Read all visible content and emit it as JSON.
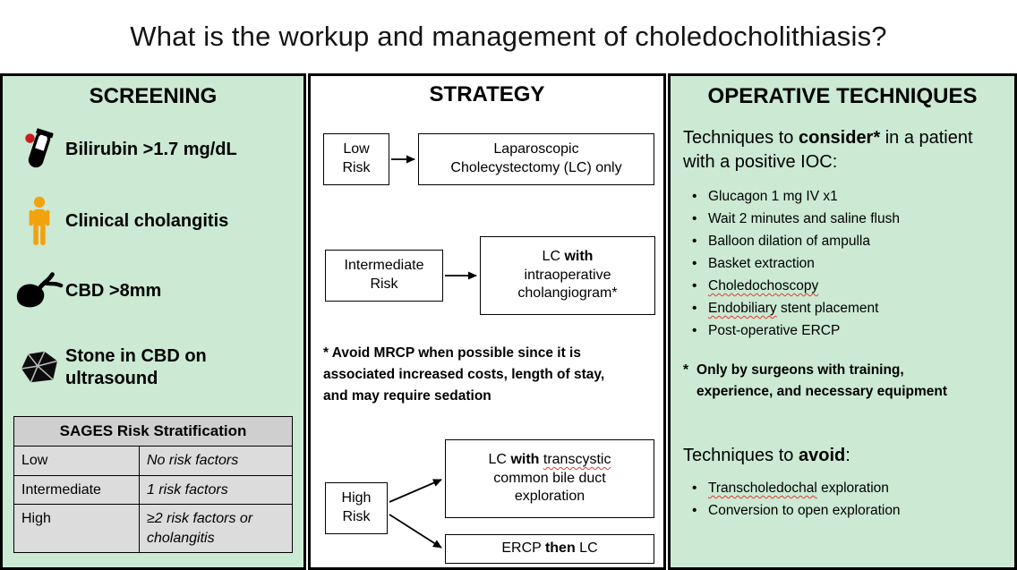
{
  "title": "What is the workup and management of choledocholithiasis?",
  "colors": {
    "panel_green": "#cbe9d3",
    "table_header_gray": "#cfcfcf",
    "table_cell_gray": "#dcdcdc",
    "person_icon_amber": "#f2a20d",
    "blood_drop_red": "#c81e1e",
    "spellcheck_red": "#e03c31"
  },
  "screening": {
    "heading": "SCREENING",
    "items": [
      {
        "icon": "test-tube-icon",
        "label": "Bilirubin >1.7 mg/dL"
      },
      {
        "icon": "person-icon",
        "label": "Clinical cholangitis"
      },
      {
        "icon": "gallbladder-icon",
        "label": "CBD >8mm"
      },
      {
        "icon": "stone-icon",
        "label": "Stone in CBD on ultrasound"
      }
    ],
    "table": {
      "header": "SAGES Risk Stratification",
      "rows": [
        {
          "level": "Low",
          "criteria": "No risk factors"
        },
        {
          "level": "Intermediate",
          "criteria": "1 risk factors"
        },
        {
          "level": "High",
          "criteria": "≥2 risk factors or cholangitis"
        }
      ]
    }
  },
  "strategy": {
    "heading": "STRATEGY",
    "low": {
      "label": "Low Risk",
      "out_l1": "Laparoscopic",
      "out_l2": "Cholecystectomy (LC) only"
    },
    "intermediate": {
      "label": "Intermediate Risk",
      "out_pre": "LC ",
      "out_bold": "with",
      "out_l2": "intraoperative",
      "out_l3": "cholangiogram*"
    },
    "note": "* Avoid MRCP when possible since it is associated increased costs, length of stay, and may require sedation",
    "high": {
      "label": "High Risk",
      "branch1": {
        "pre": "LC ",
        "bold": "with ",
        "wavy": "transcystic",
        "l2": "common bile duct",
        "l3": "exploration"
      },
      "branch2": {
        "pre": "ERCP ",
        "bold": "then",
        "post": " LC"
      }
    }
  },
  "operative": {
    "heading": "OPERATIVE TECHNIQUES",
    "consider": {
      "pre": "Techniques to ",
      "bold": "consider*",
      "post": " in a patient with a positive IOC:"
    },
    "consider_bullets": [
      {
        "text": "Glucagon 1 mg IV x1"
      },
      {
        "text": "Wait 2 minutes and saline flush"
      },
      {
        "text": "Balloon dilation of ampulla"
      },
      {
        "text": "Basket extraction"
      },
      {
        "wavy": "Choledochoscopy"
      },
      {
        "wavy": "Endobiliary",
        "text": " stent placement"
      },
      {
        "text": "Post-operative ERCP"
      }
    ],
    "footnote": {
      "marker": "*",
      "text": "Only by surgeons with training, experience, and necessary equipment"
    },
    "avoid": {
      "pre": "Techniques to ",
      "bold": "avoid",
      "post": ":"
    },
    "avoid_bullets": [
      {
        "wavy": "Transcholedochal",
        "text": " exploration"
      },
      {
        "text": "Conversion to open exploration"
      }
    ]
  }
}
